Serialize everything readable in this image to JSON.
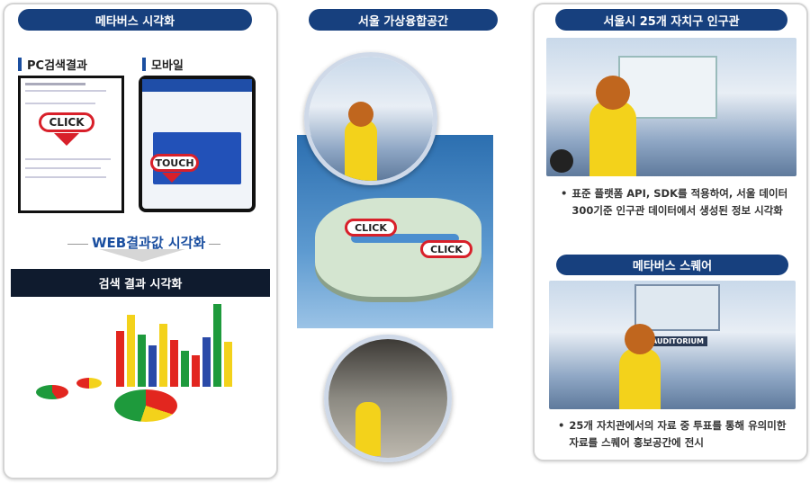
{
  "left": {
    "title": "메타버스 시각화",
    "pc_label": "PC검색결과",
    "mobile_label": "모바일",
    "click_label": "CLICK",
    "touch_label": "TOUCH",
    "web_label": "WEB결과값 시각화",
    "result_bar": "검색 결과 시각화"
  },
  "middle": {
    "title": "서울 가상융합공간",
    "click_label_1": "CLICK",
    "click_label_2": "CLICK"
  },
  "right": {
    "title_1": "서울시 25개 자치구 인구관",
    "desc_1": "표준 플랫폼 API, SDK를 적용하여, 서울 데이터 300기준 인구관 데이터에서 생성된 정보 시각화",
    "title_2": "메타버스 스퀘어",
    "auditorium": "AUDITORIUM",
    "desc_2": "25개 자치관에서의 자료 중 투표를 통해 유의미한 자료를 스퀘어 홍보공간에 전시"
  },
  "colors": {
    "navy": "#17407e",
    "dark": "#0f1b2e",
    "red": "#d8202a",
    "yellow": "#f3d21b"
  }
}
